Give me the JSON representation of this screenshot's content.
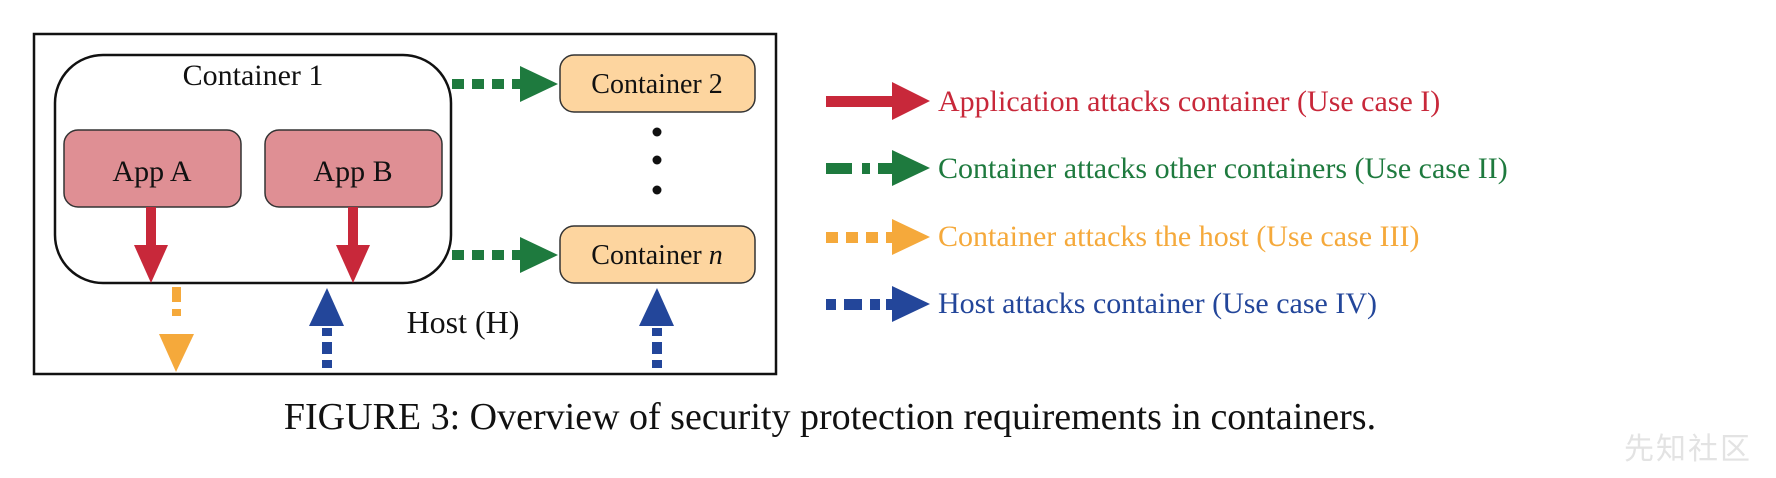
{
  "diagram": {
    "container1_label": "Container 1",
    "app_a_label": "App A",
    "app_b_label": "App B",
    "container2_label": "Container 2",
    "containern_label_prefix": "Container ",
    "containern_label_var": "n",
    "host_label": "Host (H)"
  },
  "legend": {
    "items": [
      {
        "label": "Application attacks container (Use case I)",
        "color": "#c8283a",
        "style": "solid"
      },
      {
        "label": "Container attacks other containers (Use case II)",
        "color": "#1e7a3e",
        "style": "dash-dot"
      },
      {
        "label": "Container attacks the host (Use case III)",
        "color": "#f5a93b",
        "style": "dashed"
      },
      {
        "label": "Host attacks container (Use case IV)",
        "color": "#23469a",
        "style": "dot-dash"
      }
    ]
  },
  "caption": "FIGURE 3: Overview of security protection requirements in containers.",
  "watermark": "先知社区",
  "colors": {
    "app_fill": "#df8f94",
    "container_fill": "#fdd59f",
    "red": "#c8283a",
    "green": "#1e7a3e",
    "orange": "#f5a93b",
    "blue": "#23469a"
  }
}
